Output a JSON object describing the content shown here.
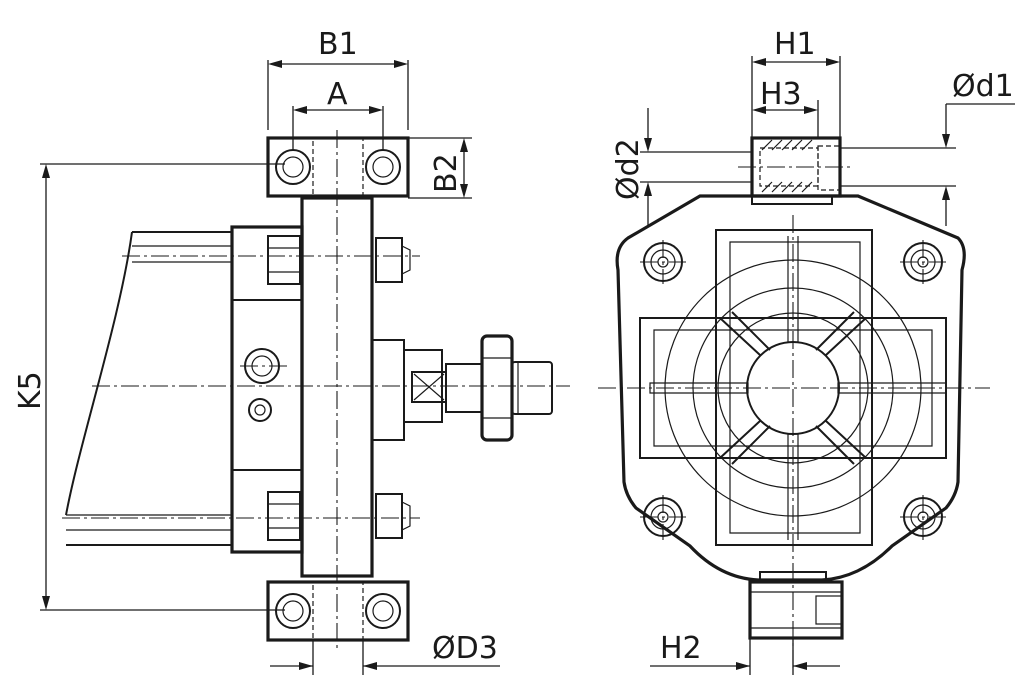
{
  "labels": {
    "b1": "B1",
    "a": "A",
    "b2": "B2",
    "k5": "K5",
    "d3": "ØD3",
    "h1": "H1",
    "h3": "H3",
    "d1": "Ød1",
    "d2": "Ød2",
    "h2": "H2"
  },
  "colors": {
    "line": "#1a1a1a",
    "background": "#ffffff"
  }
}
